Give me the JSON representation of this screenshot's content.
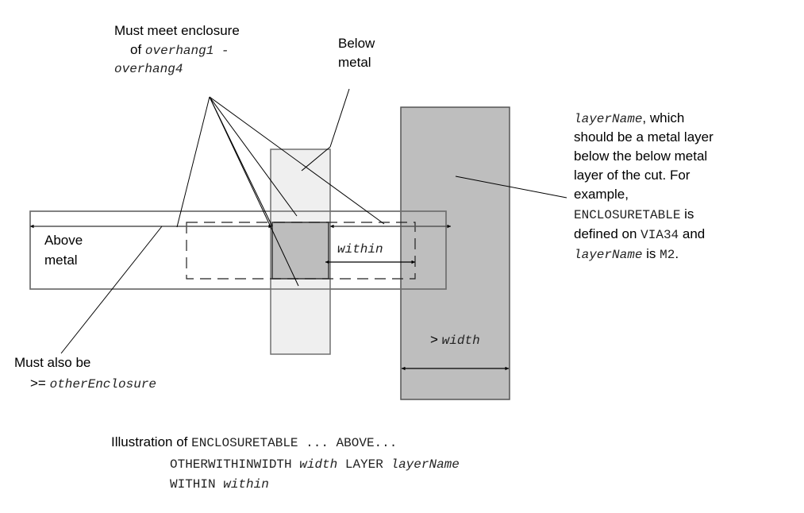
{
  "labels": {
    "must_meet": {
      "line1": "Must meet enclosure",
      "line2_prefix": "of ",
      "line2_code": "overhang1 -",
      "line3_code": "overhang4"
    },
    "below_metal": {
      "line1": "Below",
      "line2": "metal"
    },
    "above_metal": {
      "line1": "Above",
      "line2": "metal"
    },
    "within": "within",
    "width": {
      "prefix": "> ",
      "code": "width"
    },
    "must_also": {
      "line1": "Must also be",
      "line2_prefix": ">= ",
      "line2_code": "otherEnclosure"
    },
    "layer_note": {
      "l1_code": "layerName",
      "l1_text": ", which",
      "l2": "should be a metal layer",
      "l3": "below the below metal",
      "l4": "layer of the cut. For",
      "l5": "example,",
      "l6_code": "ENCLOSURETABLE",
      "l6_text": " is",
      "l7_text": "defined on ",
      "l7_code": "VIA34",
      "l7_text2": " and",
      "l8_code": "layerName",
      "l8_text": " is ",
      "l8_code2": "M2",
      "l8_text2": "."
    }
  },
  "caption": {
    "line1_text": "Illustration of ",
    "line1_code": "ENCLOSURETABLE ... ABOVE...",
    "line2_code1": "OTHERWITHINWIDTH ",
    "line2_ital": "width",
    "line2_code2": " LAYER ",
    "line2_ital2": "layerName",
    "line3_code": "WITHIN ",
    "line3_ital": "within"
  },
  "colors": {
    "below_metal_fill": "#ececec",
    "cut_fill": "#bdbdbd",
    "other_metal_fill": "#bebebe",
    "outline": "#707070"
  }
}
